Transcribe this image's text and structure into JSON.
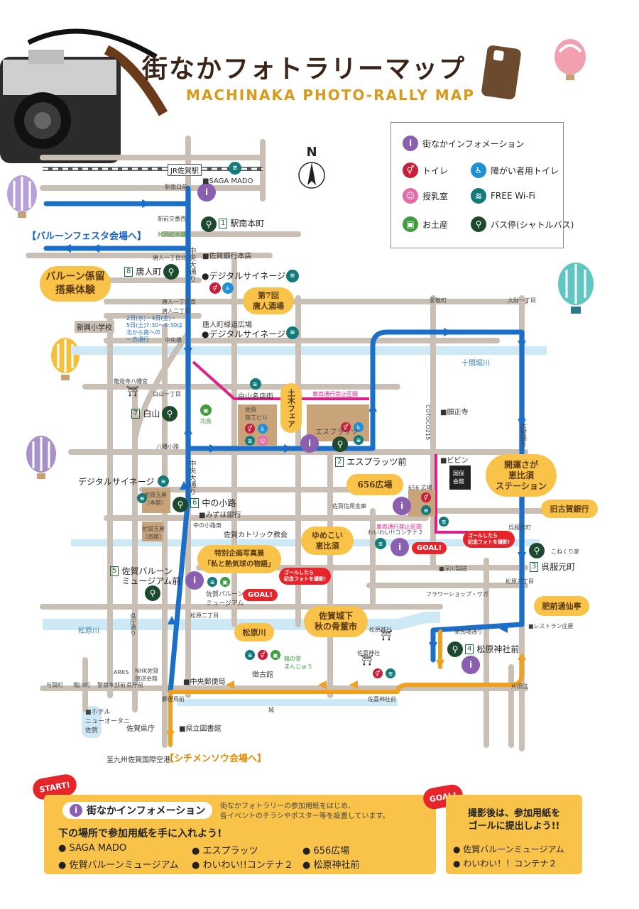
{
  "title": {
    "jp": "街なかフォトラリーマップ",
    "en": "MACHINAKA PHOTO-RALLY MAP"
  },
  "compass": "N",
  "legend": [
    {
      "label": "街なかインフォメーション",
      "icon": "info-icon",
      "color": "#8b5fb0"
    },
    {
      "label": "トイレ",
      "icon": "toilet-icon",
      "color": "#c81e3a"
    },
    {
      "label": "障がい者用トイレ",
      "icon": "accessible-toilet-icon",
      "color": "#1f8fd6"
    },
    {
      "label": "授乳室",
      "icon": "nursing-room-icon",
      "color": "#e66aa8"
    },
    {
      "label": "FREE Wi-Fi",
      "icon": "wifi-icon",
      "color": "#137a7a"
    },
    {
      "label": "お土産",
      "icon": "souvenir-icon",
      "color": "#3f9b3f"
    },
    {
      "label": "バス停(シャトルバス)",
      "icon": "bus-stop-icon",
      "color": "#1d4a2e"
    }
  ],
  "stations": {
    "jr": "JR佐賀駅",
    "saga_mado": "■SAGA MADO",
    "ekimae": "駅南口前"
  },
  "bus_stops": [
    {
      "num": "1",
      "name": "駅南本町"
    },
    {
      "num": "2",
      "name": "エスプラッツ前"
    },
    {
      "num": "3",
      "name": "呉服元町"
    },
    {
      "num": "4",
      "name": "松原神社前"
    },
    {
      "num": "5",
      "name": "佐賀バルーン\nミュージアム前"
    },
    {
      "num": "6",
      "name": "中の小路"
    },
    {
      "num": "7",
      "name": "白山"
    },
    {
      "num": "8",
      "name": "唐人町"
    }
  ],
  "venues": {
    "balloon": "【バルーンフェスタ会場へ】",
    "shichimenso": "【シチメンソウ会場へ】",
    "airport": "至九州佐賀国際空港"
  },
  "bubbles": [
    {
      "text": "バルーン係留\n搭乗体験"
    },
    {
      "text": "第7回\n唐人酒場"
    },
    {
      "text": "土木フェア"
    },
    {
      "text": "656広場"
    },
    {
      "text": "開運さが\n恵比須\nステーション"
    },
    {
      "text": "旧古賀銀行"
    },
    {
      "text": "ゆめこい\n恵比須"
    },
    {
      "text": "特別企画写真展\n「私と熱気球の物語」"
    },
    {
      "text": "肥前通仙亭"
    },
    {
      "text": "佐賀城下\n秋の骨董市"
    },
    {
      "text": "松原川"
    }
  ],
  "goal_label": "GOAL!",
  "goal_note": "ゴールしたら\n記念フォトを撮影!",
  "start_label": "START!",
  "places": {
    "digital1": "●デジタルサイネージ",
    "digital2": "●デジタルサイネージ",
    "digital3": "デジタルサイネージ",
    "saga_ginko": "■佐賀銀行本店",
    "tojin_plaza": "唐人町緑道広場",
    "shirayama_street": "白山名店街",
    "saga_shoko": "佐賀\n商工ビル",
    "esplats": "エスプラッツ",
    "no_vehicle1": "車両通行禁止区間",
    "no_vehicle2": "車両通行禁止区間",
    "kogen": "■願正寺",
    "bibin": "■ビビン",
    "kokuho": "国保\n会館",
    "cotoco": "COTOCO215",
    "p656": "656 広場",
    "shinkin": "佐賀信用金庫",
    "waiwai": "わいわい!!コンテナ２",
    "gofuku": "呉服元町",
    "konekuri": "こねくり家",
    "fukahori": "■深川製磁",
    "flower": "フラワーショップ・サガ",
    "restaurant": "■レストラン庄屋",
    "shinbaba": "新馬場通り",
    "matsubara_shrine": "松原神社",
    "saga_shrine": "佐嘉神社",
    "choko": "徴古館",
    "tsuru": "鶴の堂\nまんじゅう",
    "ekimae_kotsu": "駅前交番西",
    "tojin1": "唐人一丁目北",
    "tojin2": "唐人一丁目南",
    "tojin3": "唐人二丁目",
    "chuo": "中央橋",
    "shirayama1": "白山一丁目",
    "hachiman": "八幡小路",
    "gyokuya1": "佐賀玉屋\n（本館）",
    "gyokuya2": "佐賀玉屋\n（南館）",
    "mizuho": "■みずほ銀行",
    "nakanokoji": "中の小路東",
    "catholic": "佐賀カトリック教会",
    "balloon_museum": "佐賀バルーン\nミュージアム",
    "matsubara2": "松原二丁目",
    "chuo_post": "■中央郵便局",
    "post_office": "郵便局前",
    "kenritsu_lib": "■県立図書館",
    "saga_pref": "佐賀県庁",
    "hotel": "■ホテル\nニューオータニ\n佐賀",
    "arks": "ARKS",
    "nhk": "NHK佐賀\n放送会館",
    "katadae": "片田江",
    "matsubara3": "松原三丁目",
    "gofukumoto": "呉服元町",
    "aishuku": "愛敬町",
    "ohtakara": "大財一丁目",
    "jikken": "十間堀川",
    "matsubarakawa": "松原川",
    "kencho_dori": "県庁通り",
    "chuo_dori": "中央大通り",
    "ohtakara_dori": "大財通り",
    "shinko": "新興小学校",
    "sanenji": "龍造寺八幡宮",
    "yoka": "与賀町",
    "horikawa": "堀川町",
    "keisatsu": "警察本部前",
    "kencho_mae": "県庁前",
    "saga_shrine_mae": "佐嘉神社前",
    "jo": "城",
    "kita": "北島",
    "mura": "村岡総本舗",
    "oneway": "2日(水)・4日(金)・\n5日(土)7:30〜8:30は\n北から南への\n一方通行",
    "kyuko_koga": "旧古賀銀行"
  },
  "info_panel": {
    "header": "街なかインフォメーション",
    "desc": "街なかフォトラリーの参加用紙をはじめ、\n各イベントのチラシやポスター等を設置しています。",
    "subtitle": "下の場所で参加用紙を手に入れよう!",
    "items": [
      "● SAGA MADO",
      "● エスプラッツ",
      "● 656広場",
      "● 佐賀バルーンミュージアム",
      "● わいわい!!コンテナ２",
      "● 松原神社前"
    ]
  },
  "goal_panel": {
    "text": "撮影後は、参加用紙を\nゴールに提出しよう!!",
    "items": [
      "● 佐賀バルーンミュージアム",
      "● わいわい！！コンテナ２"
    ]
  }
}
